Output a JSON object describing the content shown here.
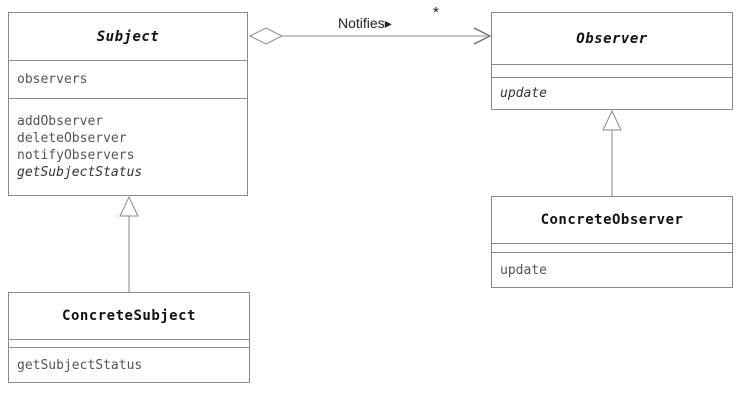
{
  "diagram": {
    "type": "uml-class-diagram",
    "pattern_name": "Observer",
    "background_color": "#ffffff",
    "line_color": "#8a8a8a",
    "text_color": "#555555",
    "title_color": "#111111"
  },
  "classes": [
    {
      "id": "subject",
      "name": "Subject",
      "stereotype": "abstract",
      "attributes": [
        "observers"
      ],
      "operations": [
        {
          "name": "addObserver",
          "abstract": false
        },
        {
          "name": "deleteObserver",
          "abstract": false
        },
        {
          "name": "notifyObservers",
          "abstract": false
        },
        {
          "name": "getSubjectStatus",
          "abstract": true
        }
      ]
    },
    {
      "id": "observer",
      "name": "Observer",
      "stereotype": "abstract",
      "attributes": [],
      "operations": [
        {
          "name": "update",
          "abstract": true
        }
      ]
    },
    {
      "id": "concrete-subject",
      "name": "ConcreteSubject",
      "stereotype": "concrete",
      "attributes": [],
      "operations": [
        {
          "name": "getSubjectStatus",
          "abstract": false
        }
      ]
    },
    {
      "id": "concrete-observer",
      "name": "ConcreteObserver",
      "stereotype": "concrete",
      "attributes": [],
      "operations": [
        {
          "name": "update",
          "abstract": false
        }
      ]
    }
  ],
  "relationships": [
    {
      "id": "notifies",
      "kind": "aggregation",
      "source": "subject",
      "target": "observer",
      "label": "Notifies",
      "label_direction_marker": "▸",
      "target_multiplicity": "*",
      "source_decoration": "hollow-diamond",
      "target_decoration": "open-arrow"
    },
    {
      "id": "concrete-subject-generalization",
      "kind": "generalization",
      "source": "concrete-subject",
      "target": "subject",
      "label": "",
      "target_decoration": "hollow-triangle"
    },
    {
      "id": "concrete-observer-generalization",
      "kind": "generalization",
      "source": "concrete-observer",
      "target": "observer",
      "label": "",
      "target_decoration": "hollow-triangle"
    }
  ]
}
